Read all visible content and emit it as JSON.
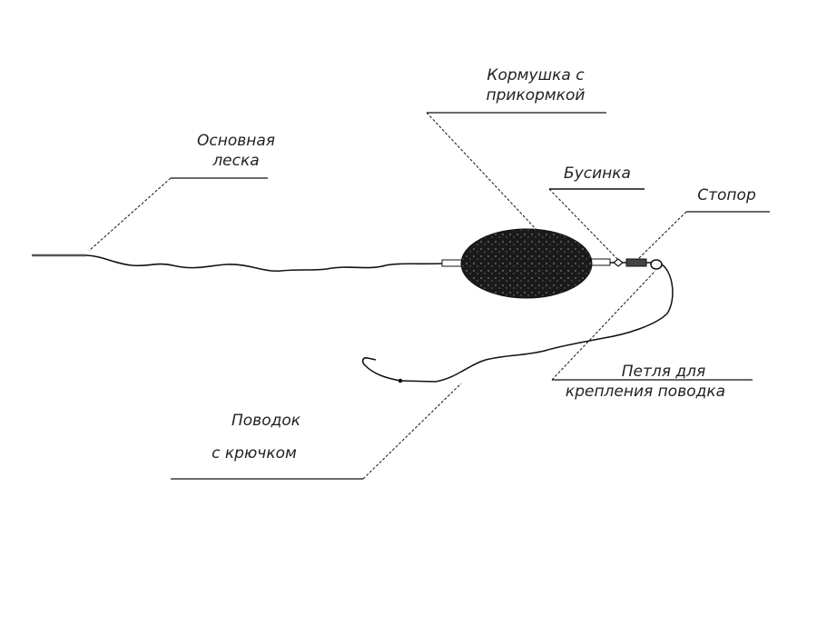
{
  "labels": {
    "main_line": [
      "Основная",
      "леска"
    ],
    "feeder": [
      "Кормушка с",
      "прикормкой"
    ],
    "bead": "Бусинка",
    "stopper": "Стопор",
    "loop": [
      "Петля для",
      "крепления поводка"
    ],
    "leader": [
      "Поводок",
      "с крючком"
    ]
  },
  "colors": {
    "line": "#111111",
    "feeder": "#1a1a1a",
    "text": "#222222"
  }
}
